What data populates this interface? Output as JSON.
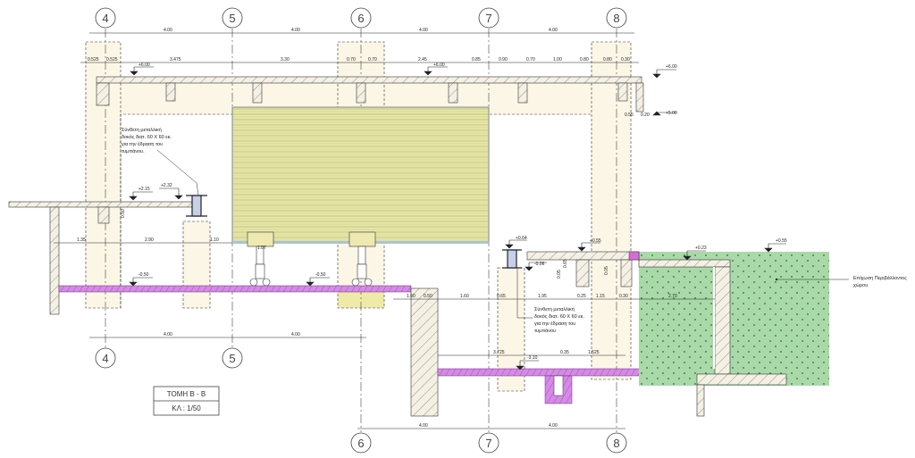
{
  "title_block": {
    "title": "ΤΟΜΗ Β - Β",
    "scale": "ΚΛ : 1/50"
  },
  "grid_axes": {
    "a4": "4",
    "a5": "5",
    "a6": "6",
    "a7": "7",
    "a8": "8"
  },
  "top_dims": [
    "4.00",
    "4.00",
    "4.00",
    "4.00"
  ],
  "roof_dims": [
    "0.525",
    "0.525",
    "3.475",
    "3.30",
    "0.70",
    "0.70",
    "2.45",
    "0.85",
    "0.90",
    "0.70",
    "1.00",
    "0.80",
    "0.80",
    "0.30"
  ],
  "mid_dims": [
    "1.35",
    "2.90",
    "1.10"
  ],
  "lower_dims": [
    "1.60",
    "0.50",
    "1.60",
    "0.65",
    "1.95",
    "0.25",
    "1.15",
    "0.30",
    "2.70"
  ],
  "pit_dims": [
    "3.725",
    "0.35",
    "1.525"
  ],
  "bottom_left_dims": [
    "4.00",
    "4.00"
  ],
  "bottom_right_dims": [
    "4.00",
    "4.00"
  ],
  "small_dims": [
    "0.55",
    "0.20",
    "0.50",
    "0.65",
    "0.05",
    "0.05",
    "1.07"
  ],
  "levels": {
    "roof_left": "+6.00",
    "roof_mid": "+6.00",
    "roof_right": "+6.00",
    "beam_bottom": "+5.00",
    "left_slab": "+2.15",
    "left_beam": "+2.32",
    "floor_left": "-0.50",
    "floor_mid": "-0.50",
    "right_beam": "+0.64",
    "right_slab": "+0.55",
    "right_under": "-0.06",
    "right_fill": "+0.23",
    "fill_top": "+0.55",
    "pit_floor": "-3.10"
  },
  "notes": {
    "left_beam": [
      "Σύνθετη μεταλλική",
      "δοκός διατ. 60 Χ 60 εκ.",
      "για την έδραση του",
      "τυμπάνου."
    ],
    "right_beam": [
      "Σύνθετη μεταλλική",
      "δοκός διατ. 60 Χ 60 εκ.",
      "για την έδραση του",
      "τυμπάνου"
    ],
    "backfill": [
      "Επίχωση Περιβάλλοντος",
      "χώρου"
    ]
  },
  "colors": {
    "concrete": "#f3efe2",
    "cream": "#fcf6e6",
    "shutter": "#e6e6a8",
    "floor": "#cc77dd",
    "backfill": "#a8d8a8"
  }
}
